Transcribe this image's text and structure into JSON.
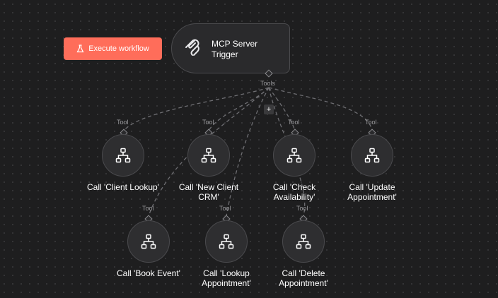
{
  "toolbar": {
    "execute_label": "Execute workflow"
  },
  "trigger": {
    "title": "MCP Server Trigger",
    "output_label": "Tools"
  },
  "add_label": "+",
  "tool_port_label": "Tool",
  "tools": [
    {
      "label": "Call 'Client Lookup'"
    },
    {
      "label": "Call 'New Client\nCRM'"
    },
    {
      "label": "Call 'Check\nAvailability'"
    },
    {
      "label": "Call 'Update\nAppointment'"
    },
    {
      "label": "Call 'Book Event'"
    },
    {
      "label": "Call 'Lookup\nAppointment'"
    },
    {
      "label": "Call 'Delete\nAppointment'"
    }
  ]
}
